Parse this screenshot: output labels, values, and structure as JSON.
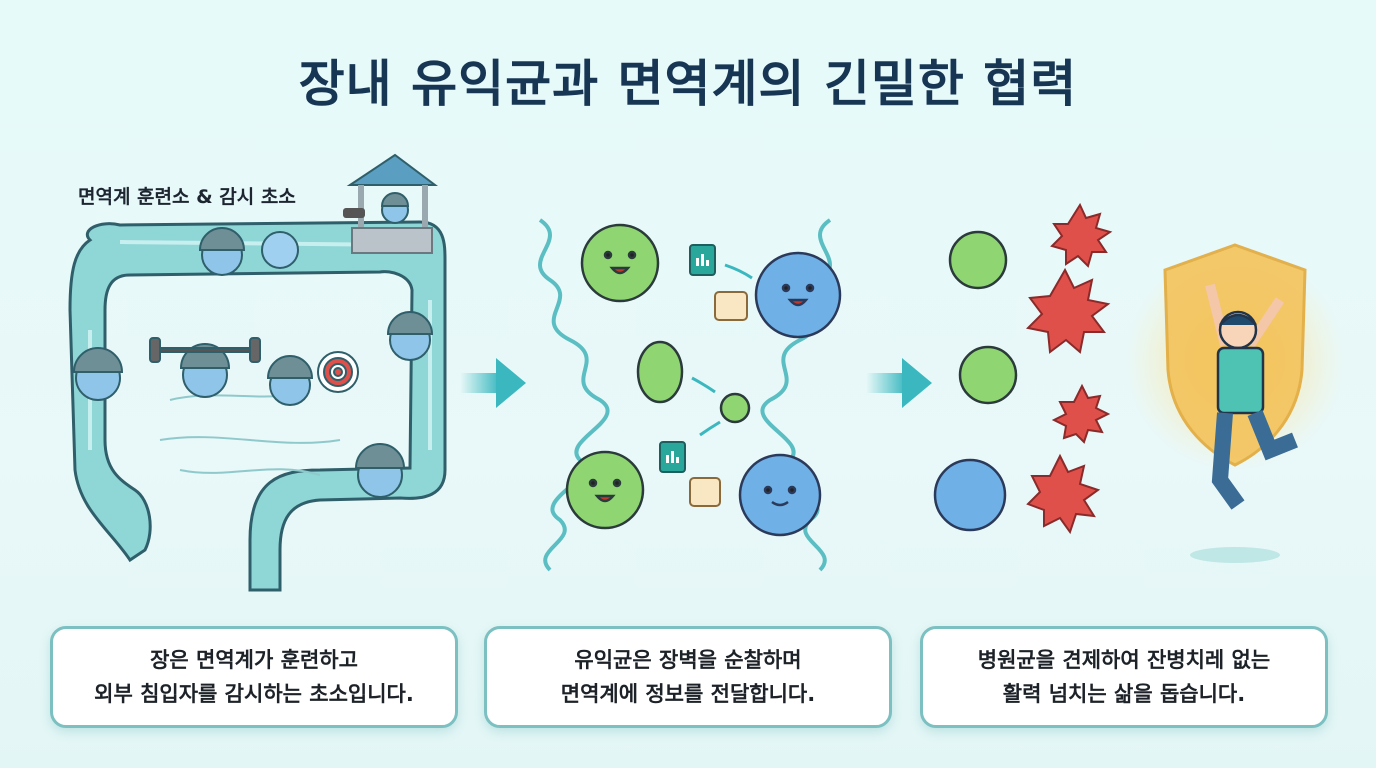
{
  "title": "장내 유익균과 면역계의 긴밀한 협력",
  "panels": [
    {
      "label": "면역계 훈련소 & 감시 초소",
      "caption": [
        "장은 면역계가 훈련하고",
        "외부 침입자를 감시하는 초소입니다."
      ],
      "scene": "intestine-training-camp"
    },
    {
      "caption": [
        "유익균은 장벽을 순찰하며",
        "면역계에 정보를 전달합니다."
      ],
      "scene": "probiotics-sharing-information"
    },
    {
      "caption": [
        "병원균을 견제하여 잔병치레 없는",
        "활력 넘치는 삶을 돕습니다."
      ],
      "scene": "fighting-pathogens-healthy-person"
    }
  ],
  "icons": {
    "flow_arrow": "arrow-right-icon",
    "watchtower": "watchtower-icon",
    "dumbbell": "dumbbell-icon",
    "target": "target-icon",
    "binoculars": "binoculars-icon",
    "report_card": "chart-card-icon",
    "scroll": "scroll-icon",
    "virus": "virus-icon",
    "shield": "shield-icon"
  },
  "colors": {
    "background": "#e6fafa",
    "title": "#173654",
    "intestine": "#8fd6d6",
    "intestine_outline": "#2f5f6a",
    "immune_cell": "#8ec5e8",
    "helmet": "#6f8f96",
    "probiotic": "#8fd672",
    "pathogen": "#e0504a",
    "arrow": "#3bb8bf",
    "shield": "#f4c35a",
    "caption_border": "#7cc0c2"
  }
}
